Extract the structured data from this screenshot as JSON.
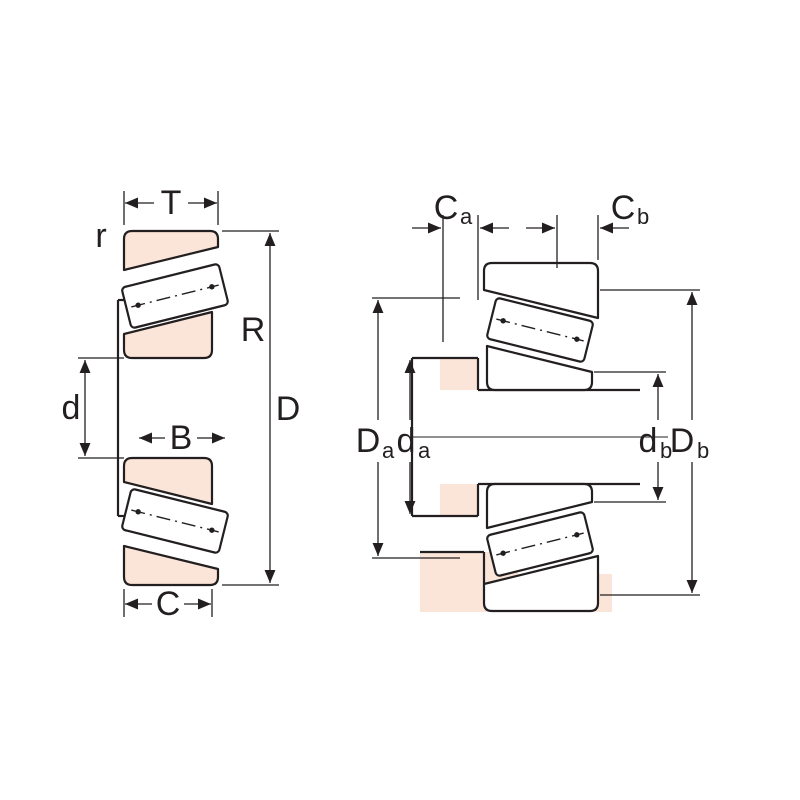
{
  "diagram": {
    "type": "technical-drawing",
    "subject": "tapered-roller-bearing-dimension-diagram",
    "colors": {
      "line": "#231f20",
      "section_highlight": "#fbe5d8",
      "fill": "#ffffff"
    },
    "left_view": {
      "description": "bearing cross-section with boundary dimensions",
      "labels": {
        "T": "T",
        "r": "r",
        "R": "R",
        "D": "D",
        "d": "d",
        "B": "B",
        "C": "C"
      }
    },
    "right_view": {
      "description": "mounted bearing with shaft and housing abutment dimensions",
      "labels": {
        "Ca": {
          "main": "C",
          "sub": "a"
        },
        "Cb": {
          "main": "C",
          "sub": "b"
        },
        "Da": {
          "main": "D",
          "sub": "a"
        },
        "da": {
          "main": "d",
          "sub": "a"
        },
        "db": {
          "main": "d",
          "sub": "b"
        },
        "Db": {
          "main": "D",
          "sub": "b"
        }
      }
    }
  }
}
